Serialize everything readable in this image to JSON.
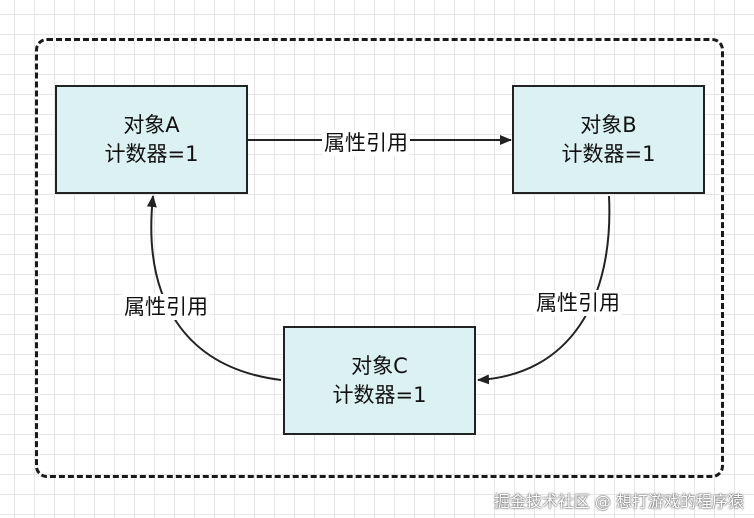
{
  "nodes": {
    "a": {
      "line1": "对象A",
      "line2": "计数器=1"
    },
    "b": {
      "line1": "对象B",
      "line2": "计数器=1"
    },
    "c": {
      "line1": "对象C",
      "line2": "计数器=1"
    }
  },
  "edges": {
    "a_to_b": {
      "label": "属性引用"
    },
    "b_to_c": {
      "label": "属性引用"
    },
    "c_to_a": {
      "label": "属性引用"
    }
  },
  "watermark": "掘金技术社区 @ 想打游戏的程序猿",
  "colors": {
    "node_fill": "#dcf2f2",
    "stroke": "#222222",
    "grid": "#e6e6e6"
  }
}
